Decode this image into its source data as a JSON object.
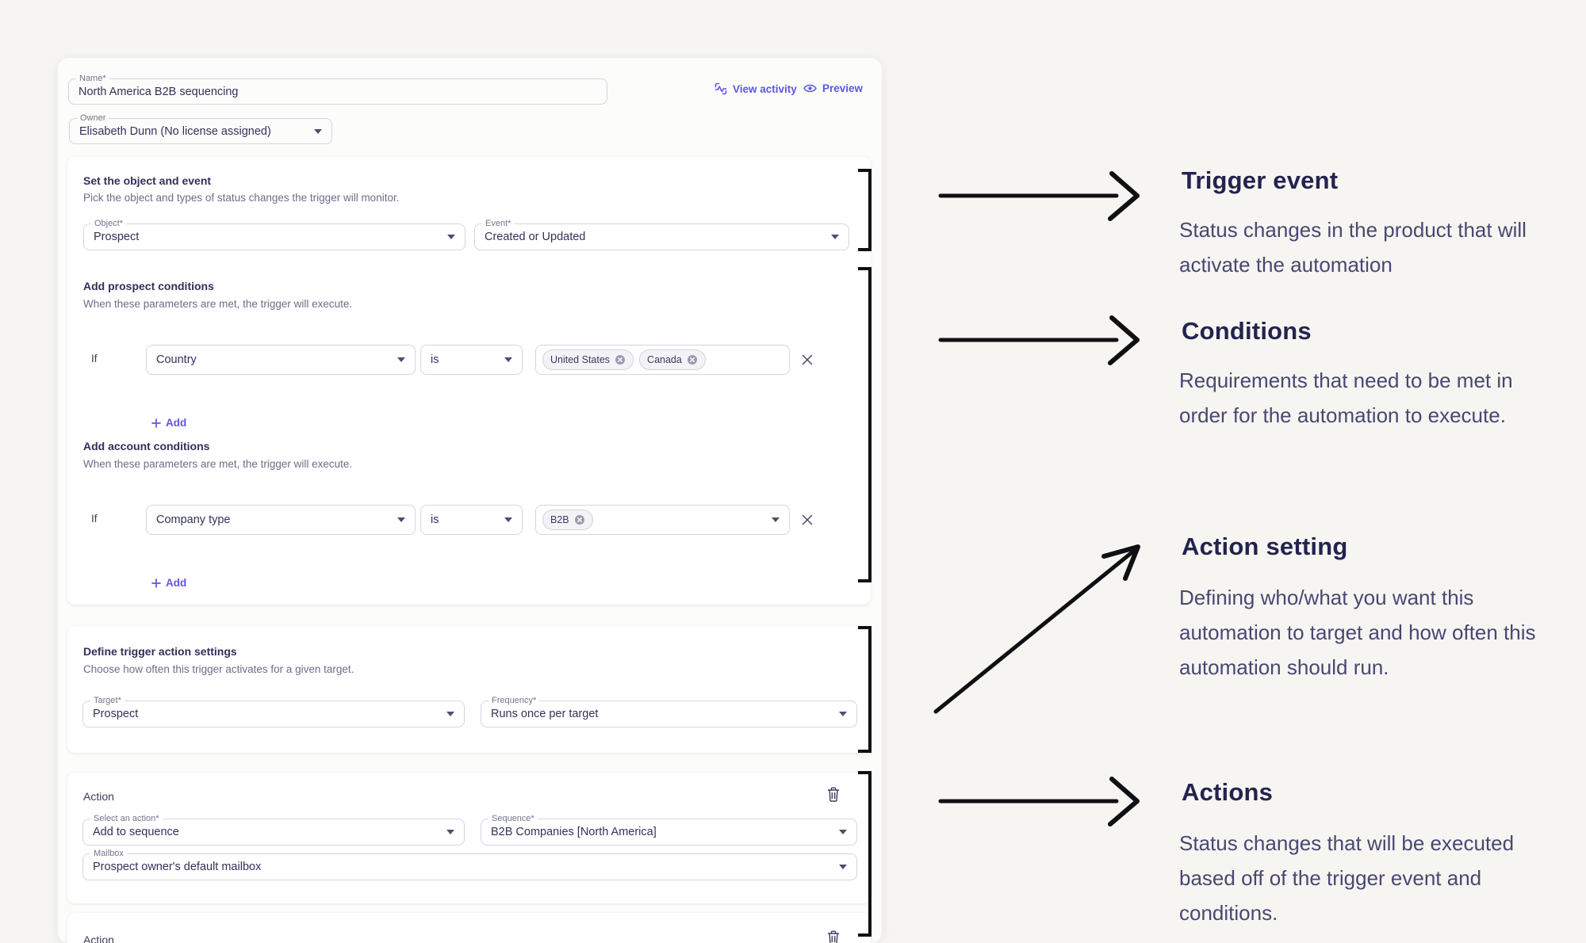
{
  "colors": {
    "accent_purple": "#5d55e8",
    "annotation_ink": "#101014"
  },
  "header": {
    "name_label": "Name*",
    "name_value": "North America B2B sequencing",
    "owner_label": "Owner",
    "owner_value": "Elisabeth Dunn (No license assigned)",
    "view_activity": "View activity",
    "preview": "Preview"
  },
  "trigger_section": {
    "title": "Set the object and event",
    "subtitle": "Pick the object and types of status changes the trigger will monitor.",
    "object_label": "Object*",
    "object_value": "Prospect",
    "event_label": "Event*",
    "event_value": "Created or Updated"
  },
  "prospect_conditions": {
    "title": "Add prospect conditions",
    "subtitle": "When these parameters are met, the trigger will execute.",
    "if_label": "If",
    "field": "Country",
    "operator": "is",
    "chips": [
      "United States",
      "Canada"
    ],
    "add_label": "Add"
  },
  "account_conditions": {
    "title": "Add account conditions",
    "subtitle": "When these parameters are met, the trigger will execute.",
    "if_label": "If",
    "field": "Company type",
    "operator": "is",
    "chips": [
      "B2B"
    ],
    "add_label": "Add"
  },
  "action_settings": {
    "title": "Define trigger action settings",
    "subtitle": "Choose how often this trigger activates for a given target.",
    "target_label": "Target*",
    "target_value": "Prospect",
    "frequency_label": "Frequency*",
    "frequency_value": "Runs once per target"
  },
  "action1": {
    "title": "Action",
    "action_label": "Select an action*",
    "action_value": "Add to sequence",
    "sequence_label": "Sequence*",
    "sequence_value": "B2B Companies [North America]",
    "mailbox_label": "Mailbox",
    "mailbox_value": "Prospect owner's default mailbox"
  },
  "action2": {
    "title": "Action"
  },
  "annotations": {
    "trigger": {
      "title": "Trigger event",
      "body": "Status changes in the product that will activate the automation"
    },
    "conditions": {
      "title": "Conditions",
      "body": "Requirements that need to be met in order for the automation to execute."
    },
    "action_setting": {
      "title": "Action setting",
      "body": "Defining who/what you want this automation to target and how often this automation should run."
    },
    "actions": {
      "title": "Actions",
      "body": "Status changes that will be executed based off of the trigger event and conditions."
    }
  }
}
